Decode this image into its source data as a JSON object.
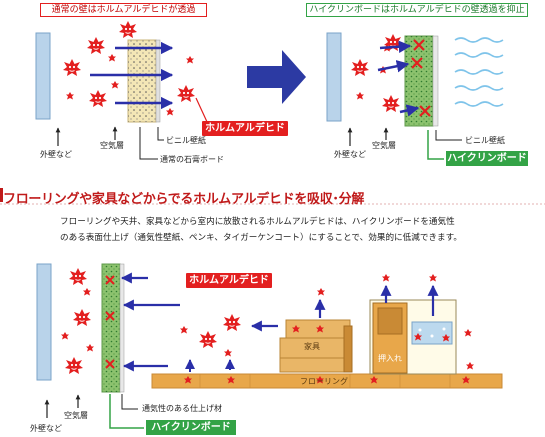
{
  "top_left": {
    "header": "通常の壁はホルムアルデヒドが透過",
    "labels": {
      "outer_wall": "外壁など",
      "air_layer": "空気層",
      "vinyl": "ビニル壁紙",
      "gypsum": "通常の石膏ボード",
      "formaldehyde": "ホルムアルデヒド"
    }
  },
  "top_right": {
    "header": "ハイクリンボードはホルムアルデヒドの壁透過を抑止",
    "labels": {
      "outer_wall": "外壁など",
      "air_layer": "空気層",
      "vinyl": "ビニル壁紙",
      "board": "ハイクリンボード"
    }
  },
  "section": {
    "title": "フローリングや家具などからでるホルムアルデヒドを吸収･分解",
    "paragraph": [
      "フローリングや天井、家具などから室内に放散されるホルムアルデヒドは、ハイクリンボードを通気性",
      "のある表面仕上げ（通気性壁紙、ペンキ、タイガーケンコート）にすることで、効果的に低減できます。"
    ]
  },
  "bottom": {
    "labels": {
      "formaldehyde": "ホルムアルデヒド",
      "furniture": "家具",
      "closet": "押入れ",
      "flooring": "フローリング",
      "finish": "通気性のある仕上げ材",
      "air_layer": "空気層",
      "outer_wall": "外壁など",
      "board": "ハイクリンボード"
    }
  },
  "colors": {
    "red": "#e31f1f",
    "green": "#33a346",
    "arrow_blue": "#2a2fa8",
    "wall_blue": "#b9d3ea",
    "board_green": "#8cc26e",
    "gypsum": "#f3e6b6",
    "floor": "#e8a74a"
  }
}
